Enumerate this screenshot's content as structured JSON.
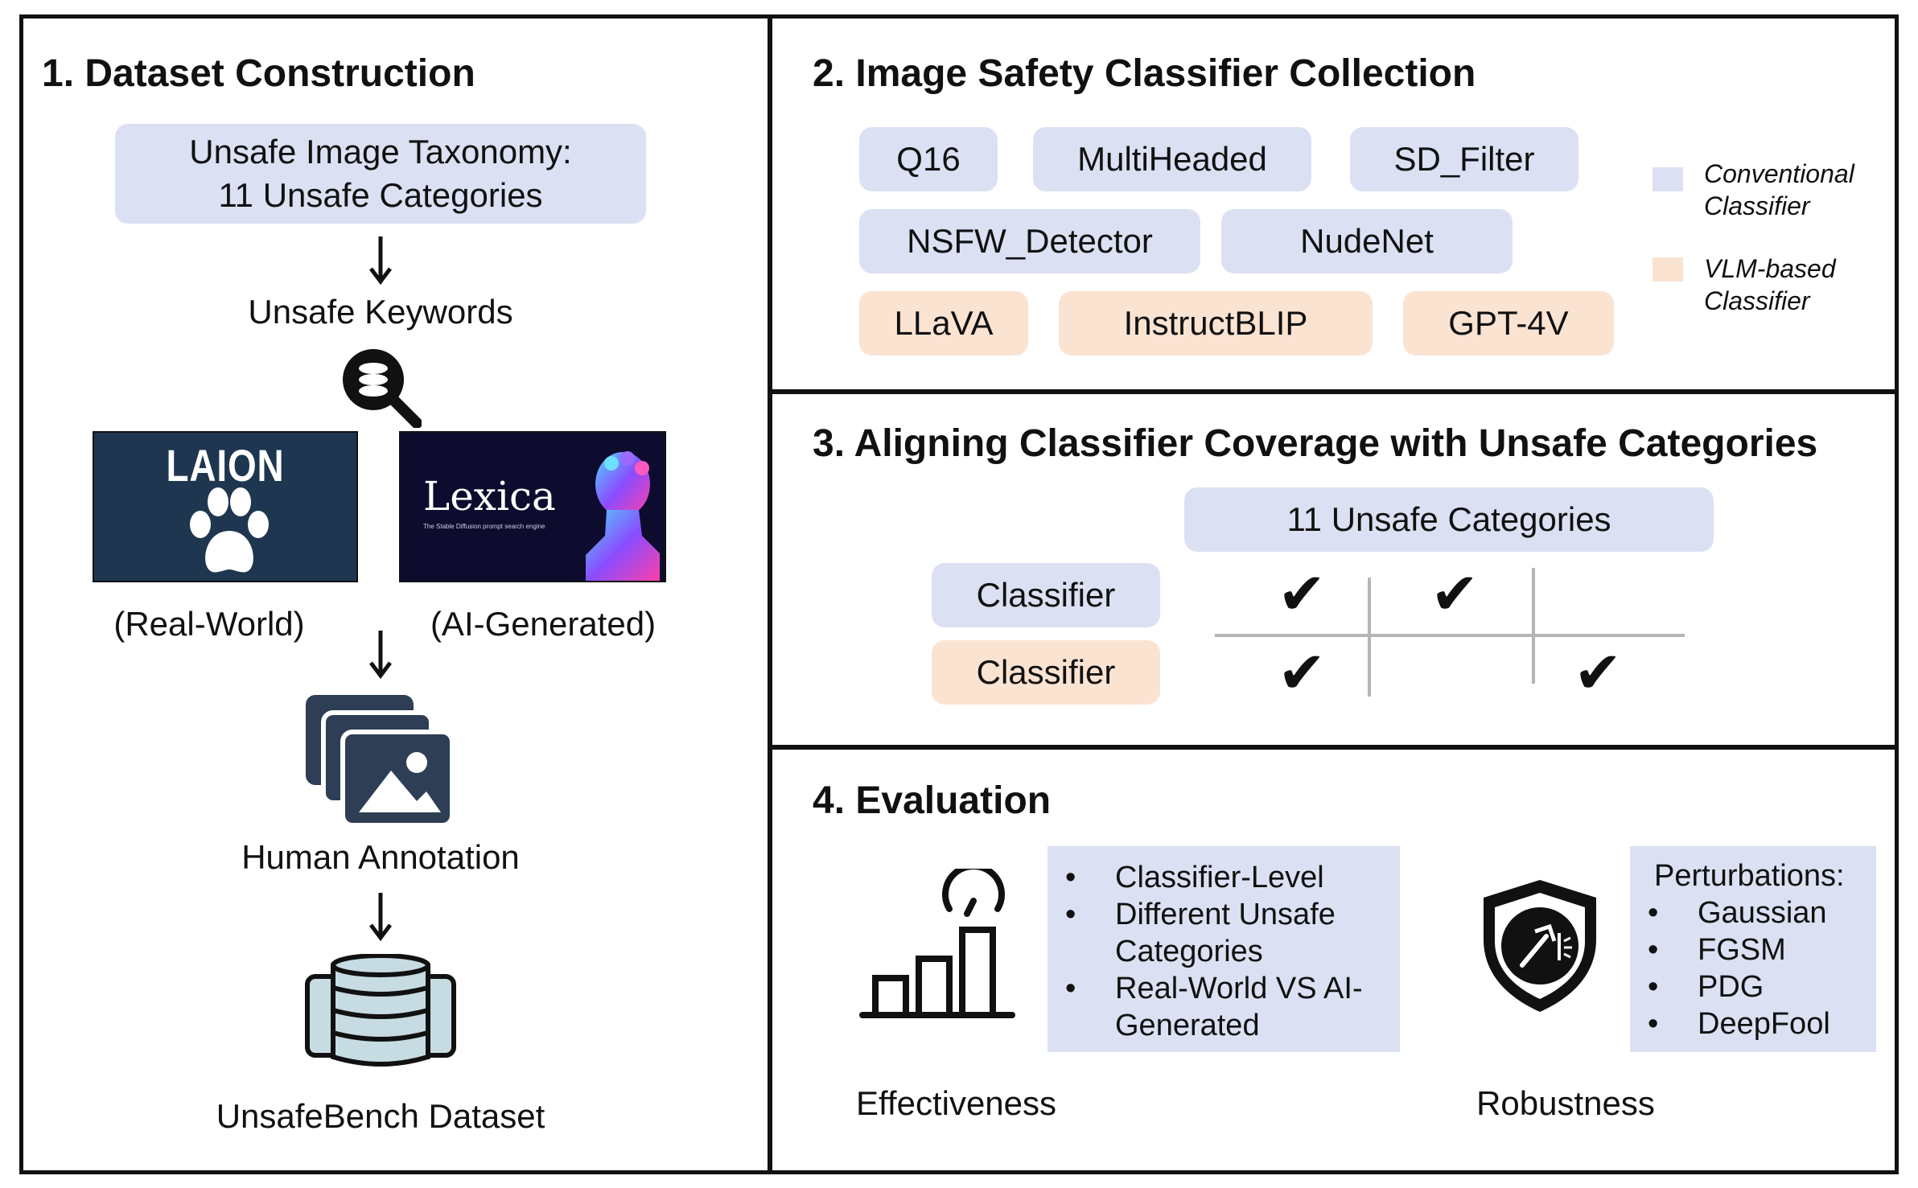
{
  "section1": {
    "title": "1. Dataset Construction",
    "taxonomy_line1": "Unsafe Image Taxonomy:",
    "taxonomy_line2": "11 Unsafe Categories",
    "keywords": "Unsafe Keywords",
    "laion_logo": "LAION",
    "lexica_logo": "Lexica",
    "lexica_tagline": "The Stable Diffusion prompt search engine",
    "real_world": "(Real-World)",
    "ai_generated": "(AI-Generated)",
    "human_annotation": "Human Annotation",
    "dataset": "UnsafeBench Dataset"
  },
  "section2": {
    "title": "2. Image Safety Classifier Collection",
    "conventional": [
      "Q16",
      "MultiHeaded",
      "SD_Filter",
      "NSFW_Detector",
      "NudeNet"
    ],
    "vlm": [
      "LLaVA",
      "InstructBLIP",
      "GPT-4V"
    ],
    "legend": {
      "conventional_line1": "Conventional",
      "conventional_line2": "Classifier",
      "vlm_line1": "VLM-based",
      "vlm_line2": "Classifier"
    },
    "colors": {
      "conventional": "#dbe1f2",
      "vlm": "#fbe3d2"
    }
  },
  "section3": {
    "title": "3. Aligning Classifier Coverage with Unsafe Categories",
    "header": "11 Unsafe Categories",
    "row1": "Classifier",
    "row2": "Classifier",
    "checkmark": "✔"
  },
  "section4": {
    "title": "4. Evaluation",
    "effectiveness_items": [
      "Classifier-Level",
      "Different Unsafe Categories",
      "Real-World VS AI-Generated"
    ],
    "perturbations_title": "Perturbations:",
    "perturbations": [
      "Gaussian",
      "FGSM",
      "PDG",
      "DeepFool"
    ],
    "effectiveness": "Effectiveness",
    "robustness": "Robustness"
  }
}
